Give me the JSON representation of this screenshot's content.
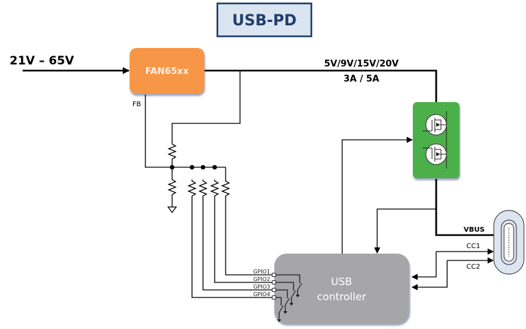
{
  "title": "USB-PD",
  "input": {
    "voltage_label": "21V – 65V"
  },
  "converter": {
    "label": "FAN65xx",
    "pin_label": "FB",
    "color": "#f79646"
  },
  "output": {
    "voltage_label": "5V/9V/15V/20V",
    "current_label": "3A / 5A"
  },
  "switch_block": {
    "name": "load-switch-mosfets",
    "color": "#4cb04a",
    "mosfet_count": 2
  },
  "controller": {
    "label_line1": "USB",
    "label_line2": "controller",
    "color": "#a6a6a8",
    "gpios": [
      "GPIO1",
      "GPIO2",
      "GPIO3",
      "GPIO4"
    ]
  },
  "connector": {
    "name": "usb-type-c-receptacle",
    "signals": {
      "vbus": "VBUS",
      "cc1": "CC1",
      "cc2": "CC2"
    },
    "color": "#dde5f0"
  },
  "feedback_network": {
    "resistor_count": 6,
    "gpio_resistor_count": 4
  }
}
